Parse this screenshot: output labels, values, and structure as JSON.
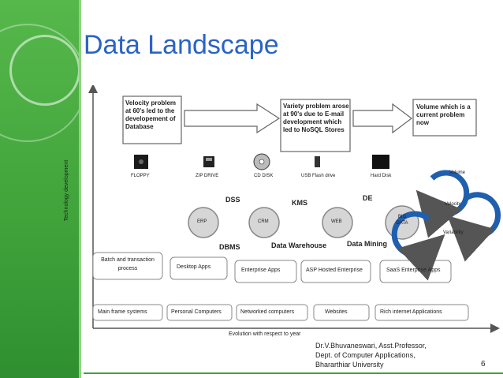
{
  "slide": {
    "title": "Data Landscape",
    "page_number": "6",
    "footer": [
      "Dr.V.Bhuvaneswari, Asst.Professor,",
      "Dept. of Computer Applications,",
      "Bhararthiar University"
    ],
    "colors": {
      "sidebar": "#3fa23a",
      "title": "#2a63c6",
      "ring_fill": "#1f5fae"
    }
  },
  "diagram": {
    "y_axis_label": "Technology development",
    "x_axis_label": "Evolution with respect to year",
    "callouts": [
      "Velocity problem at 60's led to the developement of Database",
      "Variety problem arose at 90's due to E-mail development which led to NoSQL Stores",
      "Volume which is a current problem now"
    ],
    "devices": [
      "FLOPPY",
      "ZIP DRIVE",
      "CD DISK",
      "USB Flash drive",
      "Hard Disk"
    ],
    "bubbles": [
      "ERP",
      "CRM",
      "WEB",
      "BIG DATA"
    ],
    "labels": {
      "dss": "DSS",
      "kms": "KMS",
      "de": "DE",
      "dbms": "DBMS",
      "dw": "Data Warehouse",
      "dm": "Data Mining"
    },
    "apps_row": [
      "Batch and transaction process",
      "Desktop Apps",
      "Enterprise Apps",
      "ASP Hosted Enterprise",
      "SaaS Enterprise Apps"
    ],
    "systems_row": [
      "Main frame systems",
      "Personal Computers",
      "Networked computers",
      "Websites",
      "Rich internet Applications"
    ],
    "vs": [
      "Volume",
      "Velocity",
      "Variability"
    ]
  }
}
